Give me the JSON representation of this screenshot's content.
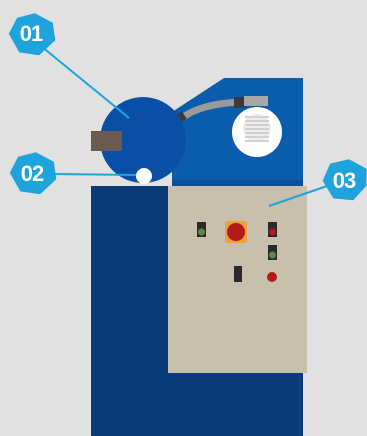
{
  "colors": {
    "background": "#e1e1e1",
    "cabinet_dark": "#0b3a78",
    "housing_blue": "#0b5cad",
    "drum_blue": "#0a4fa6",
    "callout_blue": "#1fa3dc",
    "control_panel": "#c8bfad",
    "button_red": "#b51a1a",
    "button_ring": "#e8a33a",
    "switch_dark": "#2a2a2a",
    "pipe_gray": "#8c8c8c",
    "vent_white": "#ffffff",
    "motor_brown": "#6b5a52"
  },
  "callouts": [
    {
      "id": "01",
      "label": "01"
    },
    {
      "id": "02",
      "label": "02"
    },
    {
      "id": "03",
      "label": "03"
    }
  ],
  "icons": {
    "vent": "circular-vent-icon",
    "button": "emergency-stop-icon"
  }
}
